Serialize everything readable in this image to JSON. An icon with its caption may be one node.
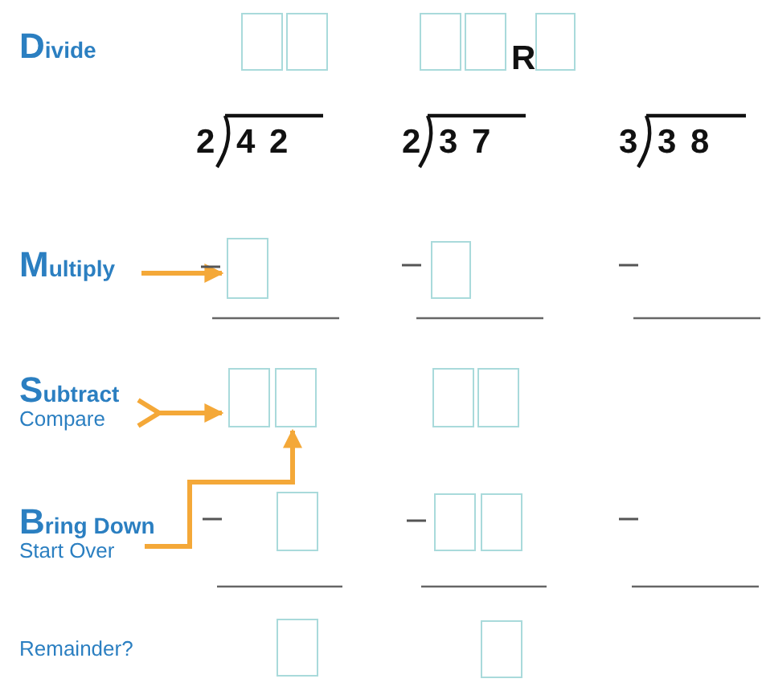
{
  "diagram": {
    "nodes": [
      {
        "text": [],
        "shape": "box"
      },
      {
        "text": [],
        "shape": "box"
      },
      {
        "text": [],
        "shape": "box"
      },
      {
        "text": [],
        "shape": "box"
      },
      {
        "text": [],
        "shape": "box"
      },
      {
        "text": [
          "Multiply"
        ]
      },
      {
        "text": [],
        "shape": "box"
      },
      {
        "text": [],
        "shape": "box"
      },
      {
        "text": [
          "Subtract",
          "Compare"
        ]
      },
      {
        "text": [],
        "shape": "box"
      },
      {
        "text": [],
        "shape": "box"
      },
      {
        "text": [],
        "shape": "box"
      },
      {
        "text": [],
        "shape": "box"
      },
      {
        "text": [
          "Bring Down",
          "Start Over"
        ]
      },
      {
        "text": [],
        "shape": "box"
      },
      {
        "text": [],
        "shape": "box"
      },
      {
        "text": [],
        "shape": "box"
      },
      {
        "text": [],
        "shape": "box"
      },
      {
        "text": [],
        "shape": "box"
      }
    ],
    "edges": [
      {
        "from": 5,
        "to": 6,
        "arrow": "to"
      },
      {
        "from": 8,
        "to": 9,
        "arrow": "to"
      },
      {
        "from": 13,
        "to": 10,
        "arrow": "to"
      }
    ],
    "labels": [
      "Divide",
      "R",
      "2",
      "4 2",
      "2",
      "3 7",
      "3",
      "3 8",
      "Remainder?"
    ]
  }
}
